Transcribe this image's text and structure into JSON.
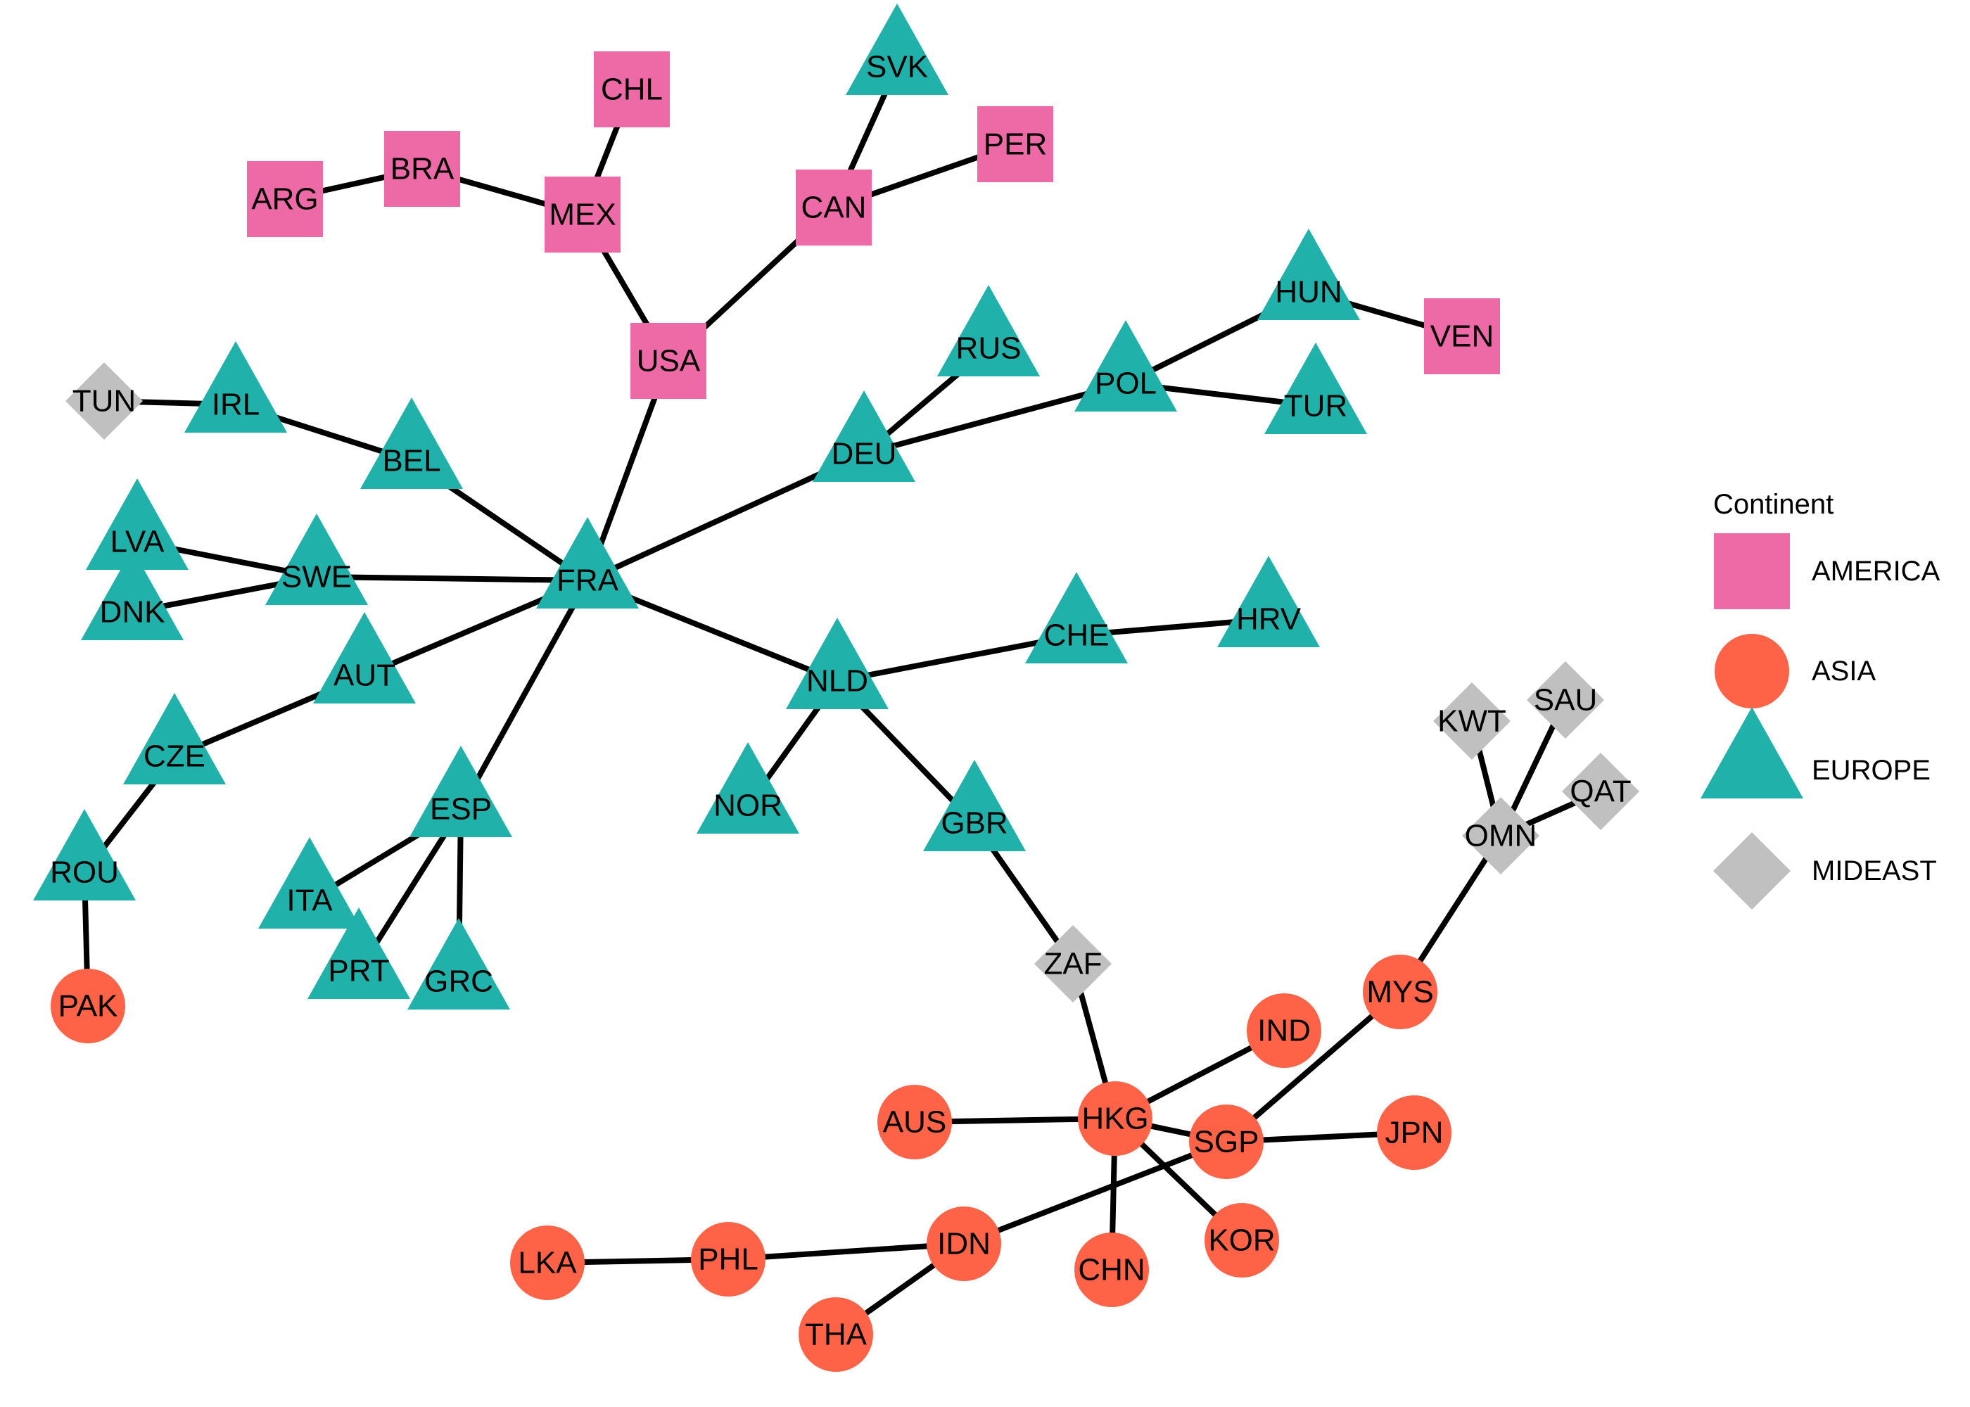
{
  "colors": {
    "AMERICA": "#EE6AA7",
    "ASIA": "#FF6347",
    "EUROPE": "#20B2AA",
    "MIDEAST": "#C0C0C0",
    "edge": "#000000"
  },
  "legend": {
    "title": "Continent",
    "items": [
      {
        "key": "AMERICA",
        "label": "AMERICA",
        "shape": "square"
      },
      {
        "key": "ASIA",
        "label": "ASIA",
        "shape": "circle"
      },
      {
        "key": "EUROPE",
        "label": "EUROPE",
        "shape": "triangle"
      },
      {
        "key": "MIDEAST",
        "label": "MIDEAST",
        "shape": "diamond"
      }
    ]
  },
  "nodes": [
    {
      "id": "ARG",
      "label": "ARG",
      "continent": "AMERICA"
    },
    {
      "id": "BRA",
      "label": "BRA",
      "continent": "AMERICA"
    },
    {
      "id": "CHL",
      "label": "CHL",
      "continent": "AMERICA"
    },
    {
      "id": "MEX",
      "label": "MEX",
      "continent": "AMERICA"
    },
    {
      "id": "SVK",
      "label": "SVK",
      "continent": "EUROPE"
    },
    {
      "id": "CAN",
      "label": "CAN",
      "continent": "AMERICA"
    },
    {
      "id": "PER",
      "label": "PER",
      "continent": "AMERICA"
    },
    {
      "id": "USA",
      "label": "USA",
      "continent": "AMERICA"
    },
    {
      "id": "HUN",
      "label": "HUN",
      "continent": "EUROPE"
    },
    {
      "id": "VEN",
      "label": "VEN",
      "continent": "AMERICA"
    },
    {
      "id": "RUS",
      "label": "RUS",
      "continent": "EUROPE"
    },
    {
      "id": "POL",
      "label": "POL",
      "continent": "EUROPE"
    },
    {
      "id": "TUR",
      "label": "TUR",
      "continent": "EUROPE"
    },
    {
      "id": "TUN",
      "label": "TUN",
      "continent": "MIDEAST"
    },
    {
      "id": "IRL",
      "label": "IRL",
      "continent": "EUROPE"
    },
    {
      "id": "BEL",
      "label": "BEL",
      "continent": "EUROPE"
    },
    {
      "id": "DEU",
      "label": "DEU",
      "continent": "EUROPE"
    },
    {
      "id": "LVA",
      "label": "LVA",
      "continent": "EUROPE"
    },
    {
      "id": "SWE",
      "label": "SWE",
      "continent": "EUROPE"
    },
    {
      "id": "FRA",
      "label": "FRA",
      "continent": "EUROPE"
    },
    {
      "id": "DNK",
      "label": "DNK",
      "continent": "EUROPE"
    },
    {
      "id": "CHE",
      "label": "CHE",
      "continent": "EUROPE"
    },
    {
      "id": "HRV",
      "label": "HRV",
      "continent": "EUROPE"
    },
    {
      "id": "AUT",
      "label": "AUT",
      "continent": "EUROPE"
    },
    {
      "id": "NLD",
      "label": "NLD",
      "continent": "EUROPE"
    },
    {
      "id": "CZE",
      "label": "CZE",
      "continent": "EUROPE"
    },
    {
      "id": "KWT",
      "label": "KWT",
      "continent": "MIDEAST"
    },
    {
      "id": "SAU",
      "label": "SAU",
      "continent": "MIDEAST"
    },
    {
      "id": "QAT",
      "label": "QAT",
      "continent": "MIDEAST"
    },
    {
      "id": "NOR",
      "label": "NOR",
      "continent": "EUROPE"
    },
    {
      "id": "ESP",
      "label": "ESP",
      "continent": "EUROPE"
    },
    {
      "id": "GBR",
      "label": "GBR",
      "continent": "EUROPE"
    },
    {
      "id": "OMN",
      "label": "OMN",
      "continent": "MIDEAST"
    },
    {
      "id": "ROU",
      "label": "ROU",
      "continent": "EUROPE"
    },
    {
      "id": "ITA",
      "label": "ITA",
      "continent": "EUROPE"
    },
    {
      "id": "ZAF",
      "label": "ZAF",
      "continent": "MIDEAST"
    },
    {
      "id": "PRT",
      "label": "PRT",
      "continent": "EUROPE"
    },
    {
      "id": "GRC",
      "label": "GRC",
      "continent": "EUROPE"
    },
    {
      "id": "PAK",
      "label": "PAK",
      "continent": "ASIA"
    },
    {
      "id": "MYS",
      "label": "MYS",
      "continent": "ASIA"
    },
    {
      "id": "IND",
      "label": "IND",
      "continent": "ASIA"
    },
    {
      "id": "AUS",
      "label": "AUS",
      "continent": "ASIA"
    },
    {
      "id": "HKG",
      "label": "HKG",
      "continent": "ASIA"
    },
    {
      "id": "SGP",
      "label": "SGP",
      "continent": "ASIA"
    },
    {
      "id": "JPN",
      "label": "JPN",
      "continent": "ASIA"
    },
    {
      "id": "KOR",
      "label": "KOR",
      "continent": "ASIA"
    },
    {
      "id": "LKA",
      "label": "LKA",
      "continent": "ASIA"
    },
    {
      "id": "PHL",
      "label": "PHL",
      "continent": "ASIA"
    },
    {
      "id": "IDN",
      "label": "IDN",
      "continent": "ASIA"
    },
    {
      "id": "CHN",
      "label": "CHN",
      "continent": "ASIA"
    },
    {
      "id": "THA",
      "label": "THA",
      "continent": "ASIA"
    }
  ],
  "edges": [
    [
      "ARG",
      "BRA"
    ],
    [
      "BRA",
      "MEX"
    ],
    [
      "CHL",
      "MEX"
    ],
    [
      "MEX",
      "USA"
    ],
    [
      "SVK",
      "CAN"
    ],
    [
      "PER",
      "CAN"
    ],
    [
      "CAN",
      "USA"
    ],
    [
      "USA",
      "FRA"
    ],
    [
      "HUN",
      "VEN"
    ],
    [
      "HUN",
      "POL"
    ],
    [
      "POL",
      "TUR"
    ],
    [
      "RUS",
      "DEU"
    ],
    [
      "POL",
      "DEU"
    ],
    [
      "DEU",
      "FRA"
    ],
    [
      "TUN",
      "IRL"
    ],
    [
      "IRL",
      "BEL"
    ],
    [
      "BEL",
      "FRA"
    ],
    [
      "LVA",
      "SWE"
    ],
    [
      "DNK",
      "SWE"
    ],
    [
      "SWE",
      "FRA"
    ],
    [
      "FRA",
      "AUT"
    ],
    [
      "AUT",
      "CZE"
    ],
    [
      "CZE",
      "ROU"
    ],
    [
      "ROU",
      "PAK"
    ],
    [
      "FRA",
      "ESP"
    ],
    [
      "ESP",
      "ITA"
    ],
    [
      "ESP",
      "PRT"
    ],
    [
      "ESP",
      "GRC"
    ],
    [
      "FRA",
      "NLD"
    ],
    [
      "NLD",
      "CHE"
    ],
    [
      "CHE",
      "HRV"
    ],
    [
      "NLD",
      "NOR"
    ],
    [
      "NLD",
      "GBR"
    ],
    [
      "GBR",
      "ZAF"
    ],
    [
      "ZAF",
      "HKG"
    ],
    [
      "KWT",
      "OMN"
    ],
    [
      "SAU",
      "OMN"
    ],
    [
      "QAT",
      "OMN"
    ],
    [
      "OMN",
      "MYS"
    ],
    [
      "MYS",
      "SGP"
    ],
    [
      "HKG",
      "IND"
    ],
    [
      "AUS",
      "HKG"
    ],
    [
      "HKG",
      "SGP"
    ],
    [
      "SGP",
      "JPN"
    ],
    [
      "HKG",
      "KOR"
    ],
    [
      "HKG",
      "CHN"
    ],
    [
      "SGP",
      "IDN"
    ],
    [
      "LKA",
      "PHL"
    ],
    [
      "PHL",
      "IDN"
    ],
    [
      "IDN",
      "THA"
    ]
  ]
}
